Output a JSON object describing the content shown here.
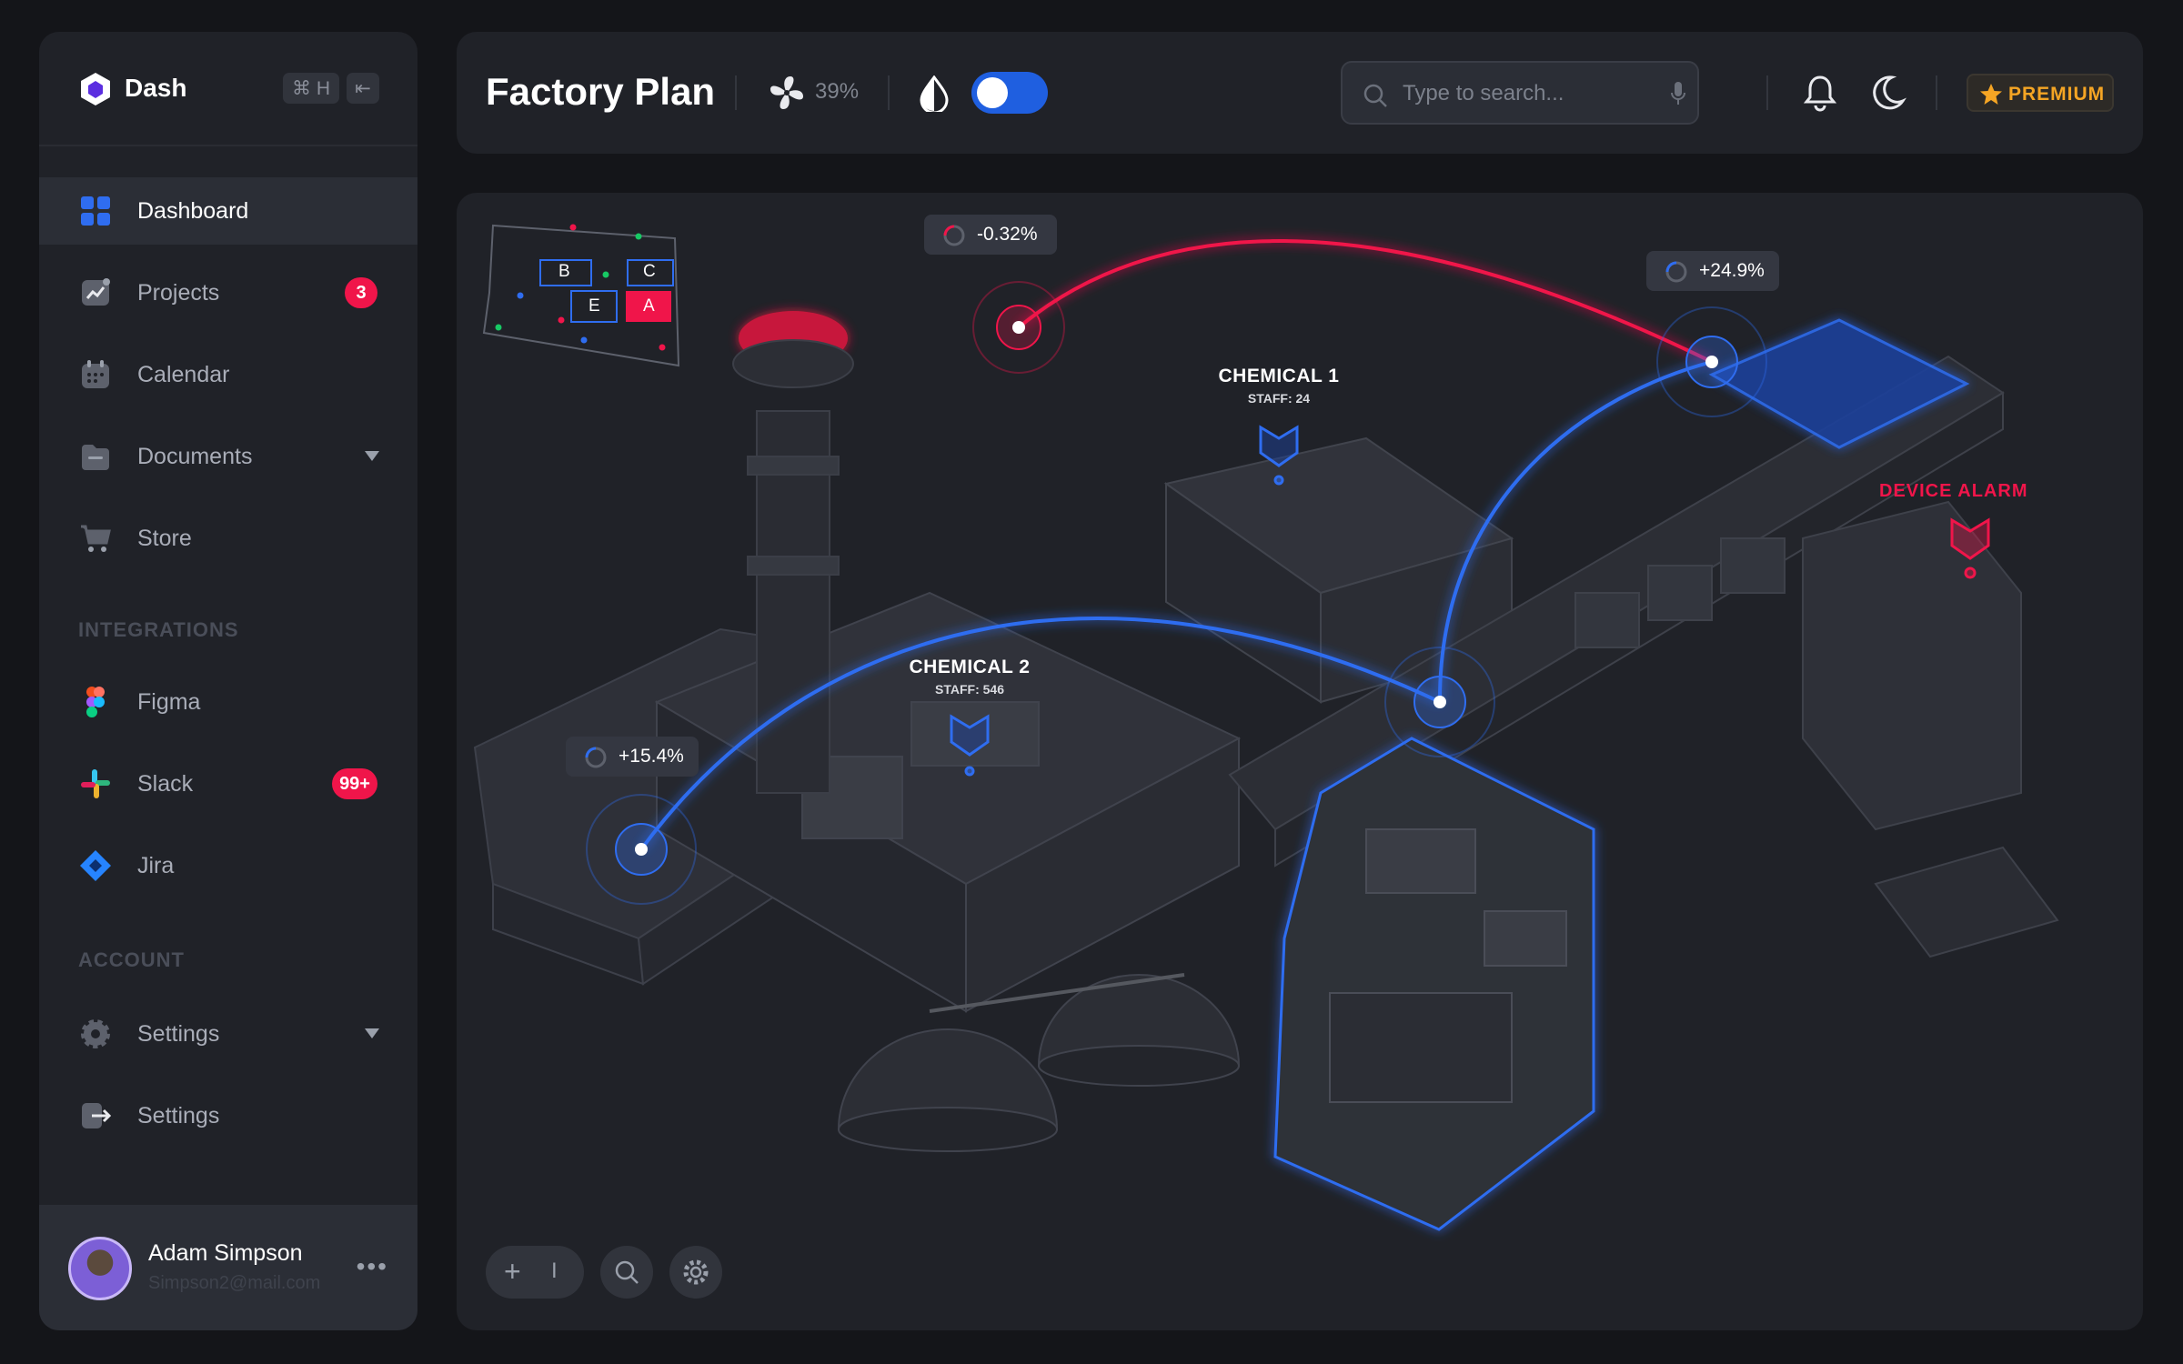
{
  "sidebar": {
    "brand": "Dash",
    "shortcut": "⌘ H",
    "collapse_glyph": "⇤",
    "items": [
      {
        "label": "Dashboard",
        "icon": "dashboard-icon"
      },
      {
        "label": "Projects",
        "icon": "projects-icon",
        "badge": "3"
      },
      {
        "label": "Calendar",
        "icon": "calendar-icon"
      },
      {
        "label": "Documents",
        "icon": "documents-icon"
      },
      {
        "label": "Store",
        "icon": "store-icon"
      }
    ],
    "integrations_title": "INTEGRATIONS",
    "integrations": [
      {
        "label": "Figma",
        "icon": "figma-icon"
      },
      {
        "label": "Slack",
        "icon": "slack-icon",
        "badge": "99+"
      },
      {
        "label": "Jira",
        "icon": "jira-icon"
      }
    ],
    "account_title": "ACCOUNT",
    "account": [
      {
        "label": "Settings",
        "icon": "gear-icon"
      },
      {
        "label": "Settings",
        "icon": "logout-icon"
      }
    ],
    "user": {
      "name": "Adam Simpson",
      "email": "Simpson2@mail.com"
    }
  },
  "header": {
    "title": "Factory Plan",
    "fan_value": "39%",
    "search_placeholder": "Type to search...",
    "premium_label": "PREMIUM"
  },
  "minimap": {
    "zones": [
      "B",
      "C",
      "E",
      "A"
    ]
  },
  "map": {
    "tags": [
      {
        "value": "-0.32%",
        "status": "negative"
      },
      {
        "value": "+24.9%",
        "status": "positive"
      },
      {
        "value": "+15.4%",
        "status": "positive"
      }
    ],
    "buildings": [
      {
        "name": "CHEMICAL 1",
        "staff": "STAFF: 24"
      },
      {
        "name": "CHEMICAL 2",
        "staff": "STAFF: 546"
      }
    ],
    "alarm": "DEVICE ALARM"
  },
  "toolbar": {
    "add": "+",
    "divider": "I"
  },
  "colors": {
    "accent": "#1f5fe0",
    "alert": "#f0154a",
    "premium": "#f5a524",
    "panel": "#202228"
  }
}
